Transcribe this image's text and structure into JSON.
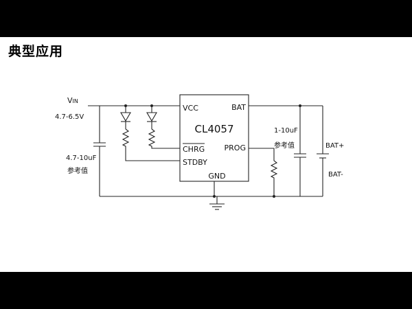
{
  "slide": {
    "title": "典型应用"
  },
  "schematic": {
    "chip": {
      "name": "CL4057",
      "pins": {
        "vcc": "VCC",
        "bat": "BAT",
        "chrg": "CHRG",
        "prog": "PROG",
        "stdby": "STDBY",
        "gnd": "GND"
      }
    },
    "input": {
      "label_main": "V",
      "label_sub": "IN",
      "range": "4.7-6.5V"
    },
    "input_cap": {
      "value": "4.7-10uF",
      "note": "参考值"
    },
    "output_cap": {
      "value": "1-10uF",
      "note": "参考值"
    },
    "battery": {
      "plus": "BAT+",
      "minus": "BAT-"
    },
    "icons": {
      "led": "led-diode-icon",
      "resistor": "resistor-icon",
      "capacitor": "capacitor-icon",
      "battery": "battery-icon",
      "ground": "ground-icon"
    }
  }
}
